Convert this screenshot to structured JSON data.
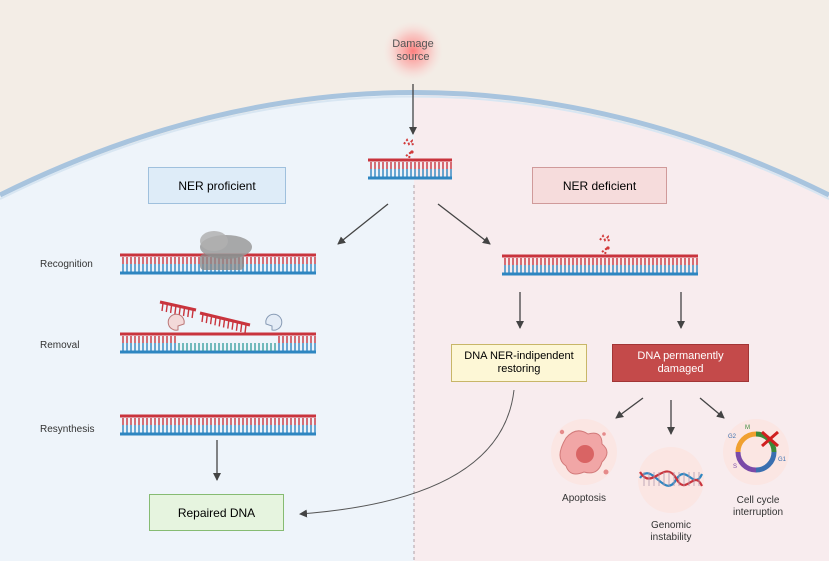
{
  "damage_source": "Damage\nsource",
  "left_panel": {
    "header": "NER proficient",
    "steps": {
      "recognition": "Recognition",
      "removal": "Removal",
      "resynthesis": "Resynthesis"
    },
    "result": "Repaired DNA"
  },
  "right_panel": {
    "header": "NER deficient",
    "restoring": "DNA NER-indipendent\nrestoring",
    "damaged": "DNA permanently\ndamaged",
    "outcomes": {
      "apoptosis": "Apoptosis",
      "genomic": "Genomic\ninstability",
      "cellcycle": "Cell cycle\ninterruption"
    },
    "cell_cycle_phases": [
      "G2",
      "M",
      "S",
      "G1"
    ]
  },
  "colors": {
    "background_top": "#f3ede6",
    "left_bg": "#eef4fa",
    "right_bg": "#f8ecee",
    "membrane": "#b9cfe3",
    "strand_red": "#c9343d",
    "strand_blue": "#2e86c1",
    "box_blue_fill": "#deecf8",
    "box_pink_fill": "#f6dcdc",
    "box_yellow_fill": "#fdf7d6",
    "box_red_fill": "#c44a4a",
    "box_green_fill": "#e6f4df"
  }
}
